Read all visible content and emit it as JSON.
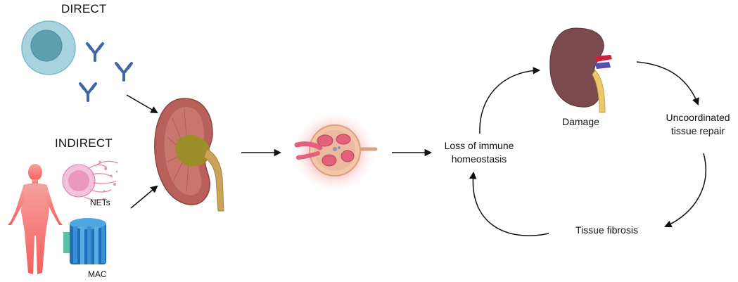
{
  "labels": {
    "direct": "DIRECT",
    "indirect": "INDIRECT",
    "nets": "NETs",
    "mac": "MAC",
    "damage": "Damage",
    "uncoordinated_repair": [
      "Uncoordinated",
      "tissue repair"
    ],
    "tissue_fibrosis": "Tissue fibrosis",
    "loss_of_homeostasis": [
      "Loss of immune",
      "homeostasis"
    ]
  },
  "colors": {
    "cell_outer": "#a7d3df",
    "cell_inner": "#5e9eb1",
    "antibody": "#3f67a8",
    "human_body": "#f47a7a",
    "net_pink": "#e58fb5",
    "mac_blue": "#2f86c9",
    "kidney_cortex": "#b9605a",
    "kidney_pelvis": "#9a8d2a",
    "ureter": "#c9a35a",
    "inflamed_glow": "#f6b3b3",
    "healthy_kidney": "#7a4a4d",
    "artery": "#d21f3c",
    "vein": "#5a4db0",
    "arrow": "#111111"
  },
  "icons": [
    "cell-icon",
    "antibody-icon",
    "human-body-icon",
    "nets-icon",
    "mac-complex-icon",
    "kidney-cross-section-icon",
    "inflamed-glomerulus-icon",
    "kidney-icon"
  ]
}
